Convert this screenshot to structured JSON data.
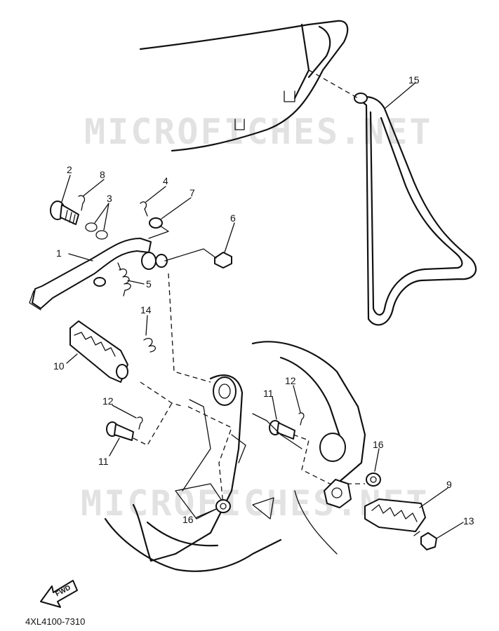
{
  "callouts": [
    {
      "label": "1"
    },
    {
      "label": "2"
    },
    {
      "label": "3"
    },
    {
      "label": "4"
    },
    {
      "label": "5"
    },
    {
      "label": "6"
    },
    {
      "label": "7"
    },
    {
      "label": "8"
    },
    {
      "label": "9"
    },
    {
      "label": "10"
    },
    {
      "label": "11"
    },
    {
      "label": "11"
    },
    {
      "label": "12"
    },
    {
      "label": "12"
    },
    {
      "label": "13"
    },
    {
      "label": "14"
    },
    {
      "label": "15"
    },
    {
      "label": "16"
    },
    {
      "label": "16"
    }
  ],
  "watermark_top": "MICROFICHES.NET",
  "watermark_bottom": "MICROFICHES.NET",
  "fwd_label": "FWD",
  "diagram_ref": "4XL4100-7310"
}
